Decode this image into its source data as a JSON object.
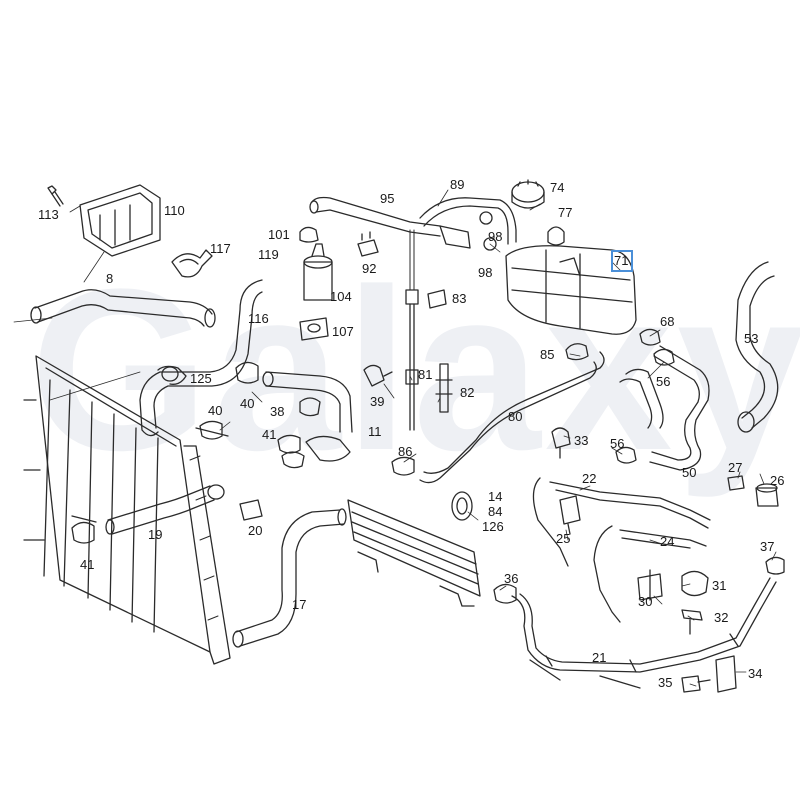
{
  "watermark": "Galaxy",
  "highlight_color": "#4a8fd8",
  "line_color": "#2b2b2b",
  "labels": [
    {
      "text": "113",
      "name": "label-113"
    },
    {
      "text": "110",
      "name": "label-110"
    },
    {
      "text": "117",
      "name": "label-117"
    },
    {
      "text": "8",
      "name": "label-8"
    },
    {
      "text": "116",
      "name": "label-116"
    },
    {
      "text": "125",
      "name": "label-125"
    },
    {
      "text": "101",
      "name": "label-101"
    },
    {
      "text": "119",
      "name": "label-119"
    },
    {
      "text": "95",
      "name": "label-95"
    },
    {
      "text": "92",
      "name": "label-92"
    },
    {
      "text": "104",
      "name": "label-104"
    },
    {
      "text": "107",
      "name": "label-107"
    },
    {
      "text": "89",
      "name": "label-89"
    },
    {
      "text": "98",
      "name": "label-98-upper"
    },
    {
      "text": "98",
      "name": "label-98-lower"
    },
    {
      "text": "83",
      "name": "label-83"
    },
    {
      "text": "74",
      "name": "label-74"
    },
    {
      "text": "77",
      "name": "label-77"
    },
    {
      "text": "71",
      "name": "label-71"
    },
    {
      "text": "53",
      "name": "label-53"
    },
    {
      "text": "68",
      "name": "label-68"
    },
    {
      "text": "85",
      "name": "label-85"
    },
    {
      "text": "56",
      "name": "label-56-upper"
    },
    {
      "text": "81",
      "name": "label-81"
    },
    {
      "text": "82",
      "name": "label-82"
    },
    {
      "text": "39",
      "name": "label-39"
    },
    {
      "text": "40",
      "name": "label-40-upper"
    },
    {
      "text": "40",
      "name": "label-40-lower"
    },
    {
      "text": "38",
      "name": "label-38"
    },
    {
      "text": "41",
      "name": "label-41-upper"
    },
    {
      "text": "11",
      "name": "label-11"
    },
    {
      "text": "80",
      "name": "label-80"
    },
    {
      "text": "33",
      "name": "label-33"
    },
    {
      "text": "56",
      "name": "label-56-lower"
    },
    {
      "text": "50",
      "name": "label-50"
    },
    {
      "text": "86",
      "name": "label-86"
    },
    {
      "text": "22",
      "name": "label-22"
    },
    {
      "text": "27",
      "name": "label-27"
    },
    {
      "text": "26",
      "name": "label-26"
    },
    {
      "text": "14",
      "name": "label-14"
    },
    {
      "text": "84",
      "name": "label-84"
    },
    {
      "text": "126",
      "name": "label-126"
    },
    {
      "text": "25",
      "name": "label-25"
    },
    {
      "text": "24",
      "name": "label-24"
    },
    {
      "text": "37",
      "name": "label-37"
    },
    {
      "text": "20",
      "name": "label-20"
    },
    {
      "text": "19",
      "name": "label-19"
    },
    {
      "text": "41",
      "name": "label-41-lower"
    },
    {
      "text": "17",
      "name": "label-17"
    },
    {
      "text": "36",
      "name": "label-36"
    },
    {
      "text": "31",
      "name": "label-31"
    },
    {
      "text": "30",
      "name": "label-30"
    },
    {
      "text": "32",
      "name": "label-32"
    },
    {
      "text": "21",
      "name": "label-21"
    },
    {
      "text": "34",
      "name": "label-34"
    },
    {
      "text": "35",
      "name": "label-35"
    }
  ]
}
